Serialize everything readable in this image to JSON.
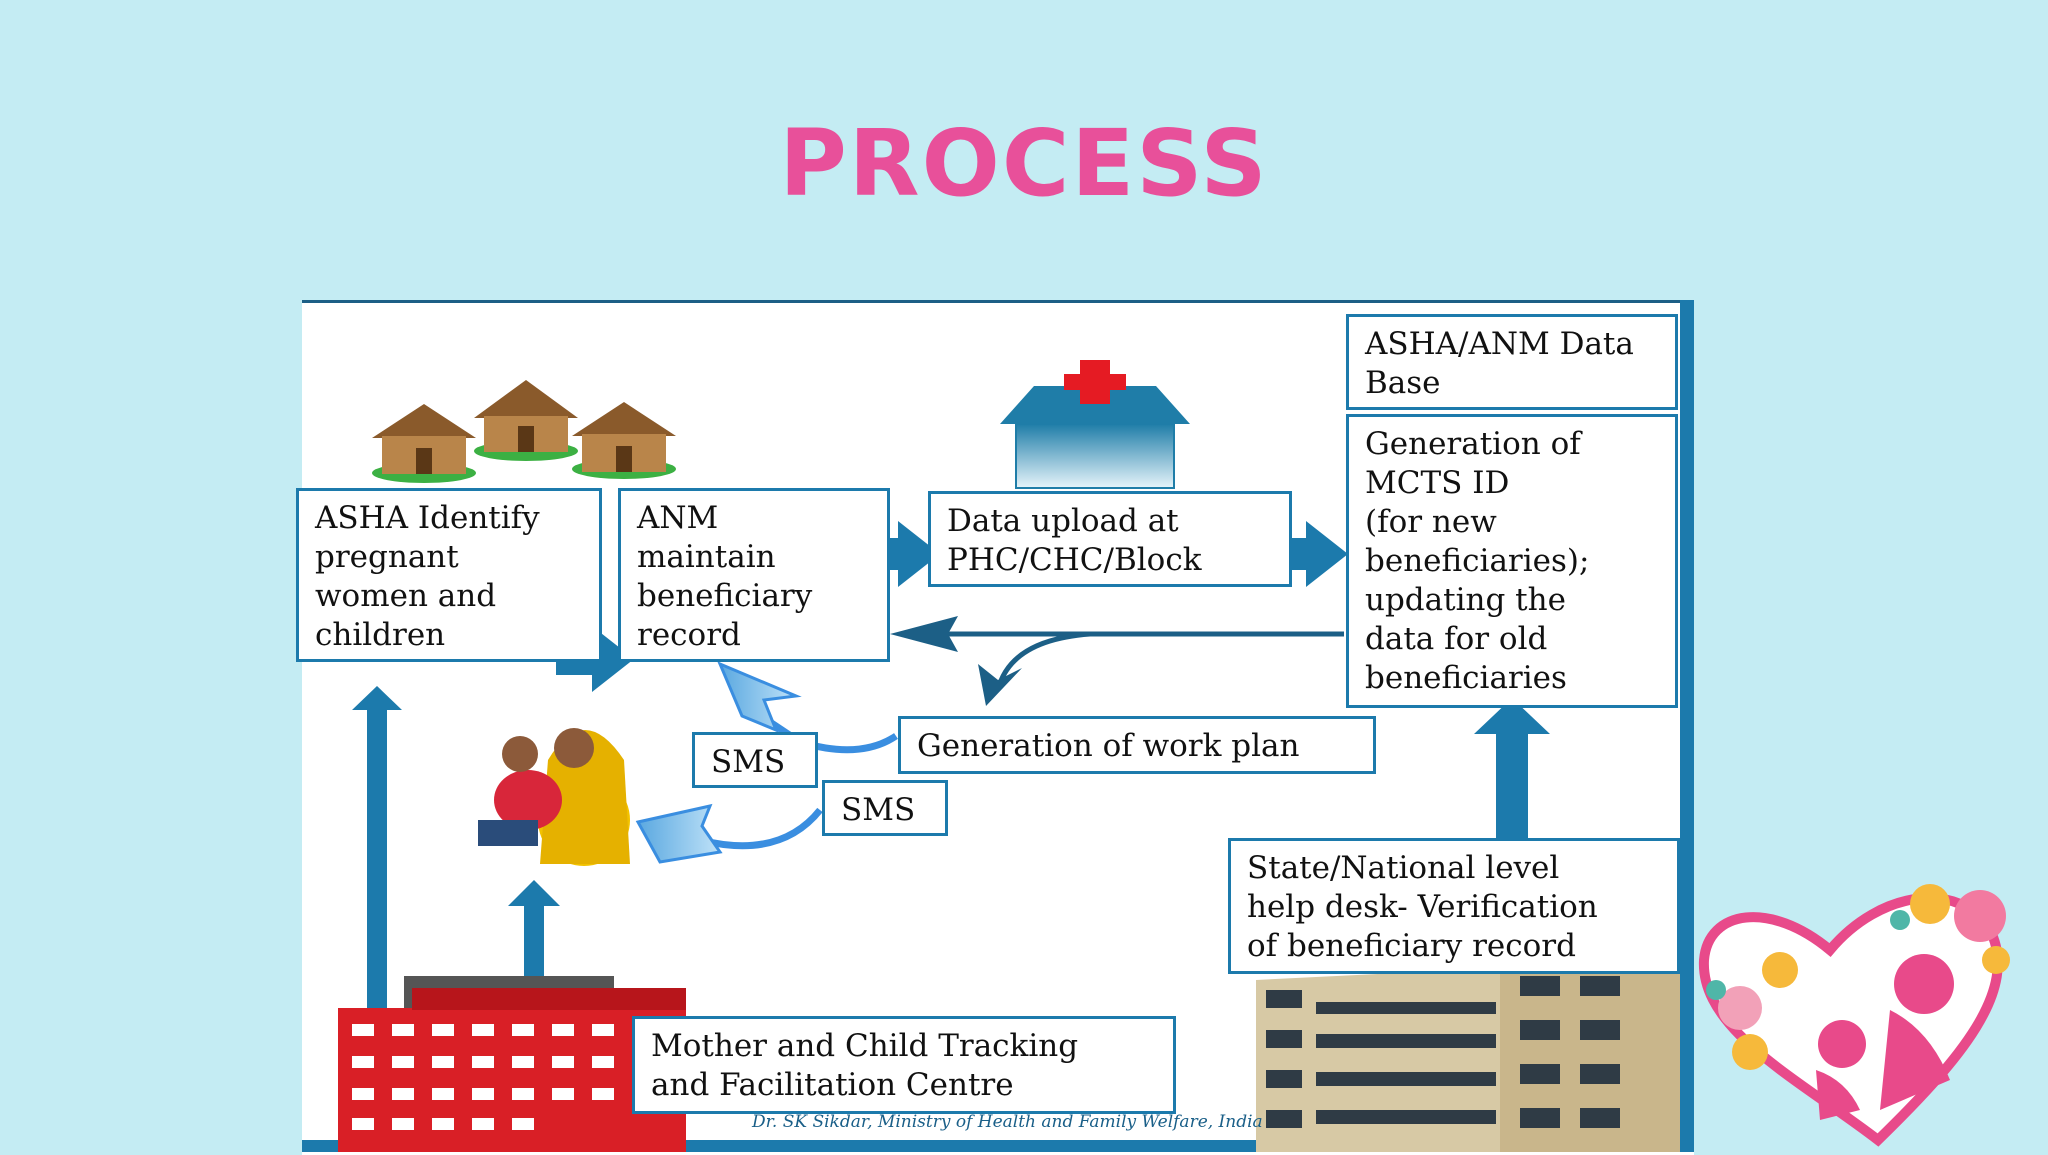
{
  "slide": {
    "title": "PROCESS"
  },
  "diagram": {
    "boxes": {
      "asha_identify": "ASHA Identify\npregnant\nwomen and\nchildren",
      "anm_maintain": "ANM\nmaintain\nbeneficiary\nrecord",
      "data_upload": "Data upload at\nPHC/CHC/Block",
      "asha_anm_db": "ASHA/ANM Data\nBase",
      "generation_mcts": "Generation of\nMCTS ID\n(for new\nbeneficiaries);\nupdating the\ndata for old\nbeneficiaries",
      "work_plan": "Generation of work plan",
      "sms_1": "SMS",
      "sms_2": "SMS",
      "helpdesk": "State/National level\nhelp desk- Verification\nof beneficiary record",
      "mctfc": "Mother and Child Tracking\nand Facilitation Centre"
    },
    "credit": "Dr. SK Sikdar, Ministry of Health and Family Welfare, India"
  },
  "colors": {
    "title": "#e8509a",
    "background": "#c4ecf3",
    "arrow": "#1c7aac",
    "box_border": "#1c7aac"
  }
}
